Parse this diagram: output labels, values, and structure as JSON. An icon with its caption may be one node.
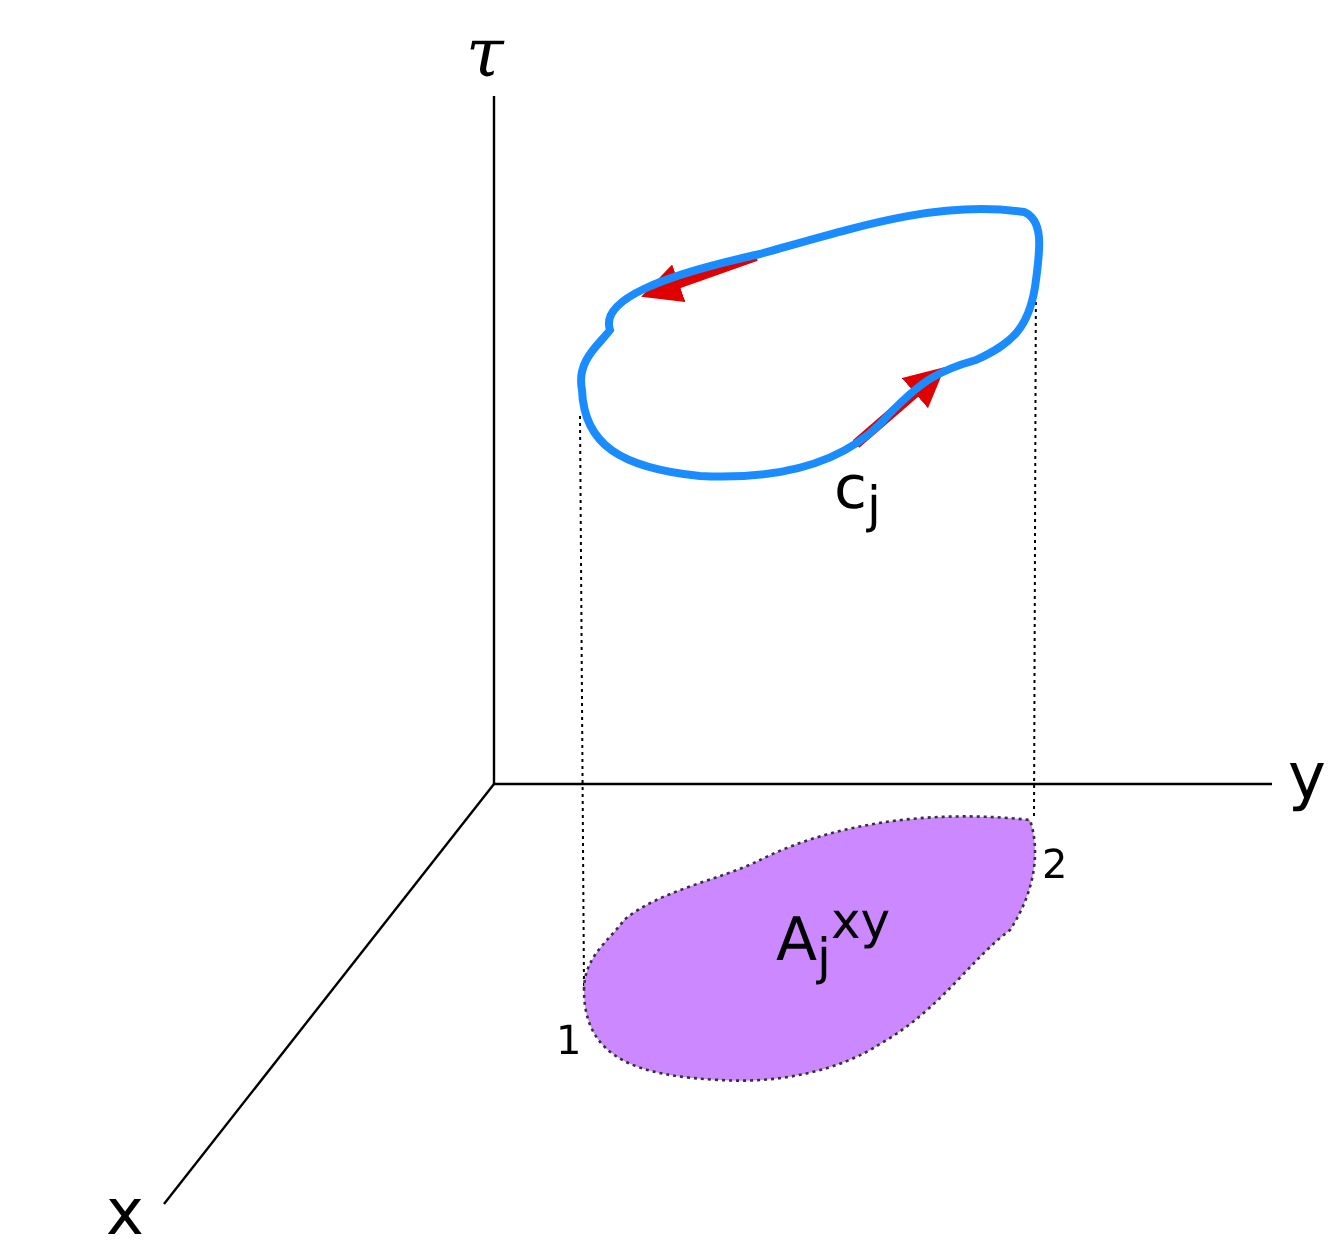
{
  "diagram": {
    "nodes": [
      {
        "text": [],
        "shape": "loop",
        "beside": [
          "c$_{j}$"
        ]
      },
      {
        "text": [
          "A$_{j}$$^{xy}$"
        ]
      }
    ],
    "edges": [
      {
        "from": 0,
        "to": 1,
        "arrow": "none",
        "style": "dashed"
      },
      {
        "from": 0,
        "to": 1,
        "arrow": "none",
        "style": "dashed"
      }
    ],
    "labels": [
      "τ",
      "y",
      "2",
      "1",
      "x"
    ]
  }
}
